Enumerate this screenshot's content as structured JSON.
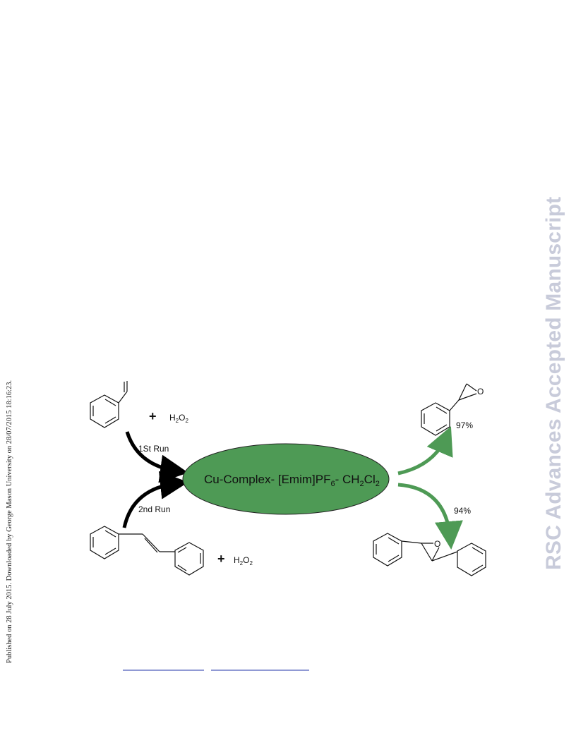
{
  "side_note": "Published on 28 July 2015. Downloaded by George Mason University on 28/07/2015 18:16:23.",
  "watermark": "RSC Advances Accepted Manuscript",
  "scheme": {
    "catalyst": {
      "prefix": "Cu-Complex- [Emim]PF",
      "sub1": "6",
      "mid": "- CH",
      "sub2": "2",
      "cl": "Cl",
      "sub3": "2"
    },
    "reagent1": {
      "plus": "+",
      "h": "H",
      "sub": "2",
      "o": "O",
      "sub2": "2"
    },
    "reagent2": {
      "plus": "+",
      "h": "H",
      "sub": "2",
      "o": "O",
      "sub2": "2"
    },
    "run1_label": "1St Run",
    "run2_label": "2nd Run",
    "yield1": "97%",
    "yield2": "94%",
    "oxygen1": "O",
    "oxygen2": "O"
  },
  "colors": {
    "ellipse": "#4e9a55",
    "arrow_green": "#4e9a55",
    "arrow_black": "#000000",
    "watermark": "#c8cbda"
  }
}
